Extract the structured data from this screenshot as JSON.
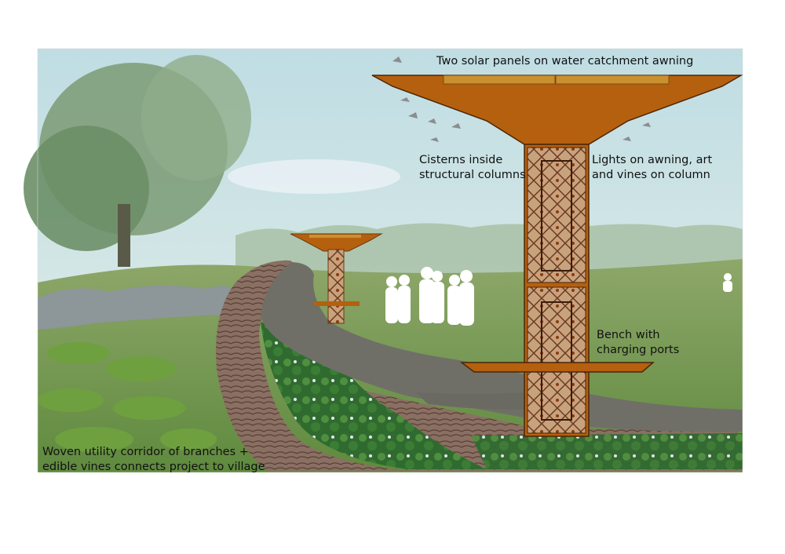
{
  "labels": {
    "solar": "Two solar panels on water catchment awning",
    "cisterns": [
      "Cisterns inside",
      "structural columns"
    ],
    "lights": [
      "Lights on awning, art",
      "and vines on column"
    ],
    "bench": [
      "Bench with",
      "charging ports"
    ],
    "corridor": [
      "Woven utility corridor of branches +",
      "edible vines connects project to village"
    ]
  },
  "colors": {
    "sky": "#cfe3e6",
    "meadow": "#7f9a5a",
    "awning": "#b5600f",
    "column_panel": "#c9a07a",
    "path": "#6e6e66",
    "vines": "#3f7a35",
    "branches": "#7a5c4e"
  }
}
